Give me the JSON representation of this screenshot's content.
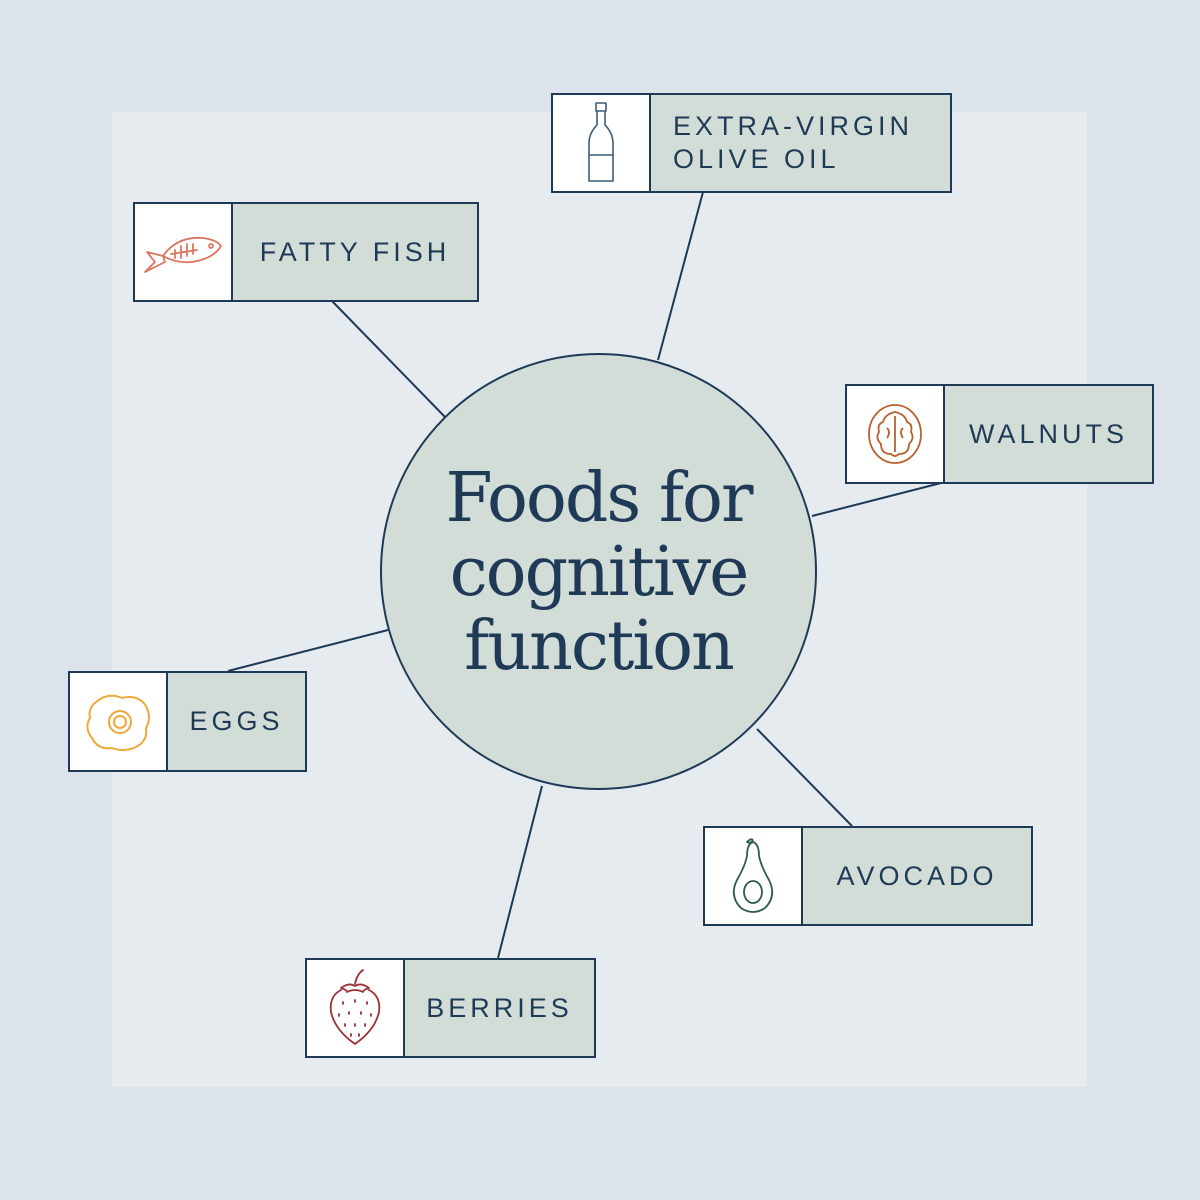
{
  "title": {
    "lines": [
      "Foods for",
      "cognitive",
      "function"
    ]
  },
  "colors": {
    "background": "#dce3ea",
    "panel": "#e5ebee",
    "hub_fill": "#d3ddd7",
    "navy": "#1f3a57",
    "fish_icon": "#d9745f",
    "walnut_icon": "#b5622e",
    "egg_icon": "#efa93a",
    "avocado_icon": "#2f5d44",
    "berry_icon": "#9c3238",
    "oil_icon": "#3b5d7a"
  },
  "foods": [
    {
      "id": "olive-oil",
      "icon": "bottle-icon",
      "lines": [
        "EXTRA-VIRGIN",
        "OLIVE OIL"
      ]
    },
    {
      "id": "fatty-fish",
      "icon": "fish-icon",
      "lines": [
        "FATTY FISH"
      ]
    },
    {
      "id": "walnuts",
      "icon": "walnut-icon",
      "lines": [
        "WALNUTS"
      ]
    },
    {
      "id": "eggs",
      "icon": "egg-icon",
      "lines": [
        "EGGS"
      ]
    },
    {
      "id": "avocado",
      "icon": "avocado-icon",
      "lines": [
        "AVOCADO"
      ]
    },
    {
      "id": "berries",
      "icon": "strawberry-icon",
      "lines": [
        "BERRIES"
      ]
    }
  ]
}
